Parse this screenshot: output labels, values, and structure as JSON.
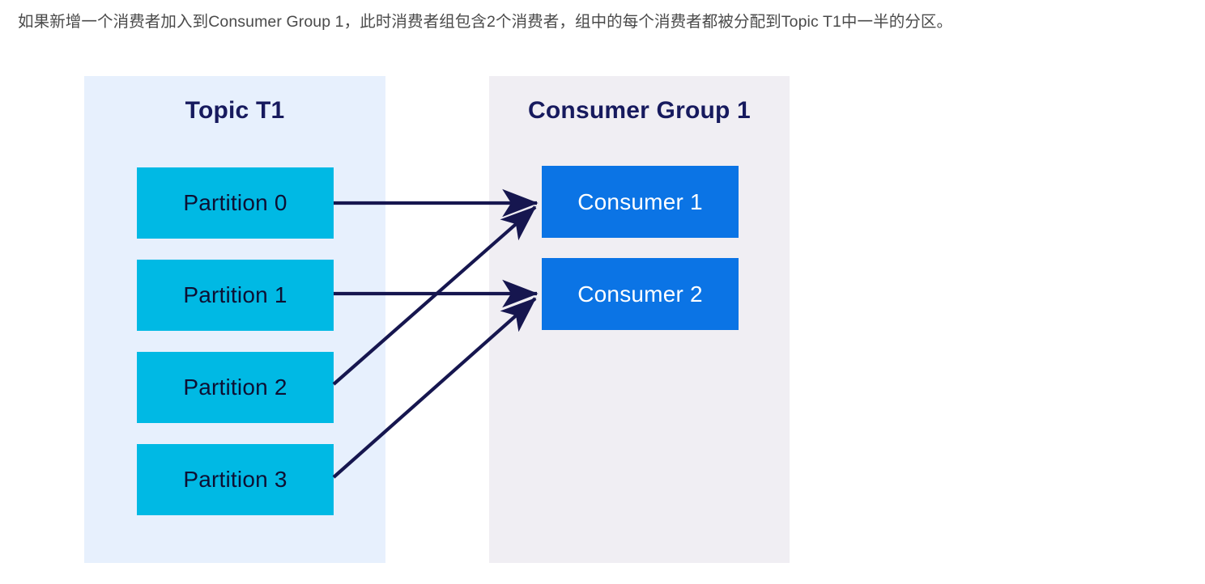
{
  "caption": {
    "text": "如果新增一个消费者加入到Consumer Group 1，此时消费者组包含2个消费者，组中的每个消费者都被分配到Topic T1中一半的分区。"
  },
  "diagram": {
    "type": "kafka-partition-assignment",
    "colors": {
      "topic_panel_bg": "#e7f0fd",
      "group_panel_bg": "#f0eef3",
      "partition_fill": "#00b9e4",
      "consumer_fill": "#0b74e5",
      "heading_text": "#171a5e",
      "arrow": "#16164f",
      "caption_text": "#4a4a4a"
    },
    "topic_panel": {
      "title": "Topic T1",
      "partitions": [
        {
          "label": "Partition 0"
        },
        {
          "label": "Partition 1"
        },
        {
          "label": "Partition 2"
        },
        {
          "label": "Partition 3"
        }
      ]
    },
    "group_panel": {
      "title": "Consumer Group 1",
      "consumers": [
        {
          "label": "Consumer 1"
        },
        {
          "label": "Consumer 2"
        }
      ]
    },
    "assignments": [
      {
        "from": "Partition 0",
        "to": "Consumer 1"
      },
      {
        "from": "Partition 1",
        "to": "Consumer 2"
      },
      {
        "from": "Partition 2",
        "to": "Consumer 1"
      },
      {
        "from": "Partition 3",
        "to": "Consumer 2"
      }
    ]
  }
}
